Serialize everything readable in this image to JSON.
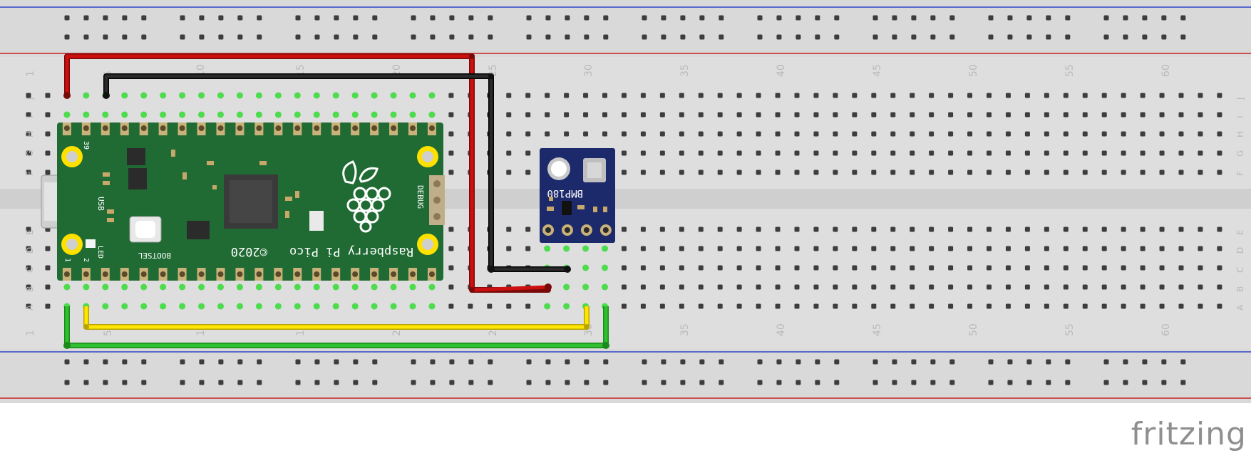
{
  "board": {
    "column_labels": [
      "1",
      "5",
      "10",
      "15",
      "20",
      "25",
      "30",
      "35",
      "40",
      "45",
      "50",
      "55",
      "60"
    ],
    "row_labels_top": [
      "J",
      "I",
      "H",
      "G",
      "F"
    ],
    "row_labels_bottom": [
      "E",
      "D",
      "C",
      "B",
      "A"
    ]
  },
  "pico": {
    "name": "Raspberry Pi Pico",
    "year": "©2020",
    "usb_label": "USB",
    "led_label": "LED",
    "bootsel_label": "BOOTSEL",
    "debug_label": "DEBUG",
    "pin_39": "39",
    "pin_1": "1",
    "pin_2": "2"
  },
  "sensor": {
    "name": "BMP180"
  },
  "colors": {
    "wire_power": "#cc0f0f",
    "wire_ground": "#1a1a1a",
    "wire_sda": "#ffe600",
    "wire_scl": "#2fbf2f",
    "pico_green": "#1f6b33",
    "sensor_blue": "#1c2a6b"
  },
  "watermark": "fritzing"
}
